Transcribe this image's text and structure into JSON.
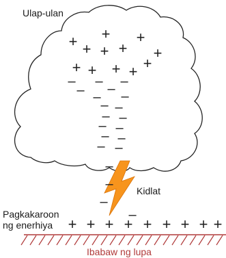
{
  "labels": {
    "cloud": "Ulap-ulan",
    "lightning": "Kidlat",
    "energy_line1": "Pagkakaroon",
    "energy_line2": "ng enerhiya",
    "ground": "Ibabaw ng lupa"
  },
  "symbols": {
    "positive": "+",
    "negative": "–"
  },
  "colors": {
    "outline": "#222222",
    "lightning_fill": "#f7941d",
    "ground_hatch": "#b03a3a",
    "text": "#1a1a1a"
  }
}
